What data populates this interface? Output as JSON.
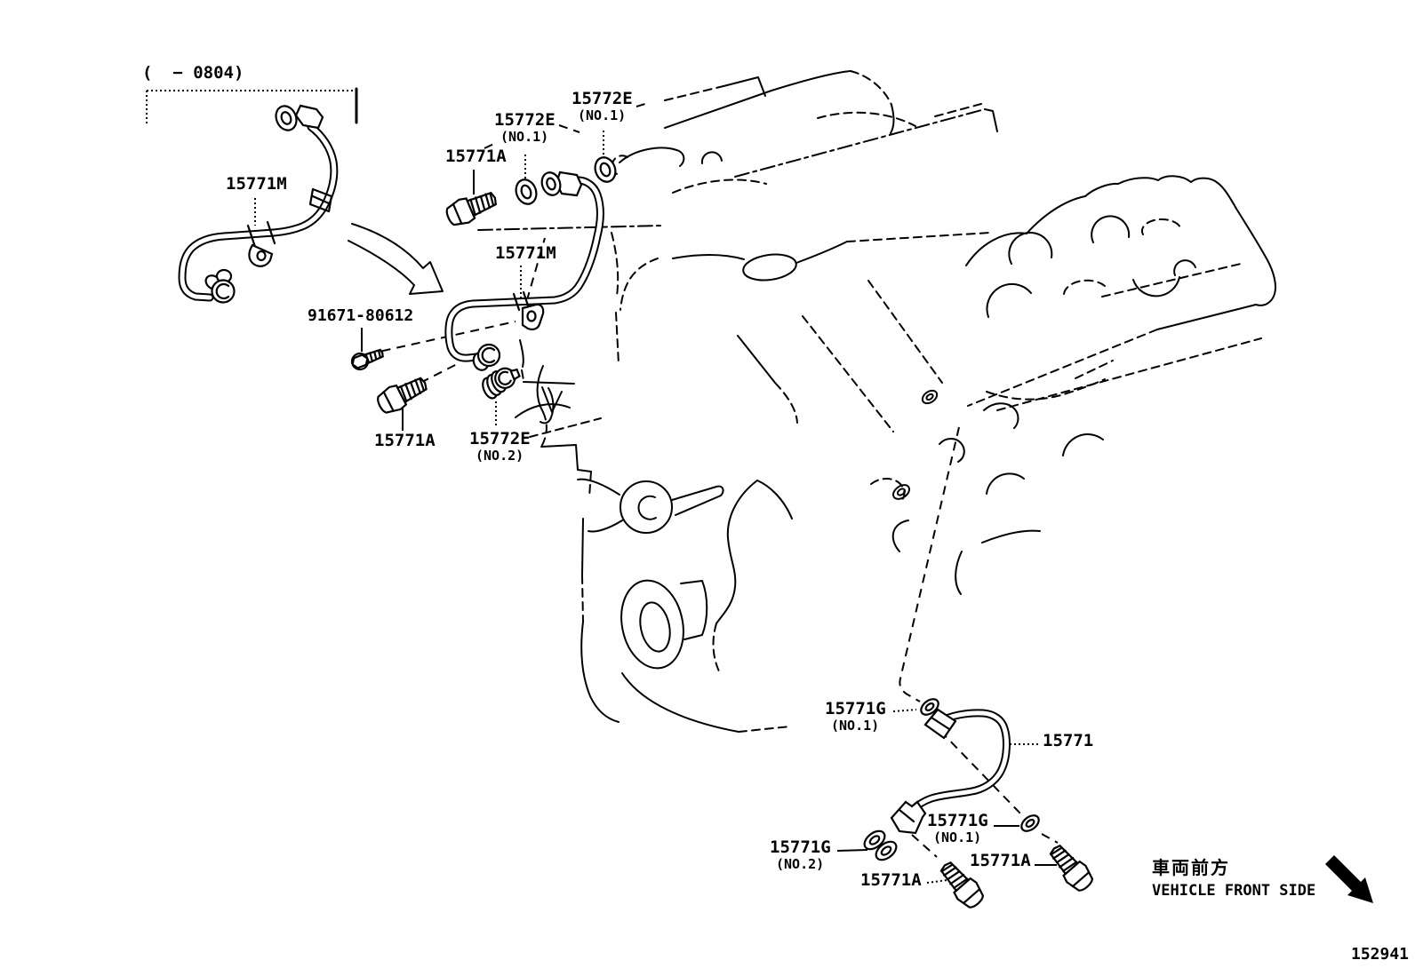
{
  "figure": {
    "number": "152941"
  },
  "front_side": {
    "jp": "車両前方",
    "en": "VEHICLE FRONT SIDE"
  },
  "variant_range": "(  − 0804)",
  "labels": [
    {
      "text": "(  − 0804)",
      "sub": ""
    },
    {
      "text": "15771M",
      "sub": ""
    },
    {
      "text": "15771A",
      "sub": ""
    },
    {
      "text": "15772E",
      "sub": "(NO.1)"
    },
    {
      "text": "15772E",
      "sub": "(NO.1)"
    },
    {
      "text": "15771M",
      "sub": ""
    },
    {
      "text": "91671-80612",
      "sub": ""
    },
    {
      "text": "15771A",
      "sub": ""
    },
    {
      "text": "15772E",
      "sub": "(NO.2)"
    },
    {
      "text": "15771G",
      "sub": "(NO.1)"
    },
    {
      "text": "15771",
      "sub": ""
    },
    {
      "text": "15771G",
      "sub": "(NO.1)"
    },
    {
      "text": "15771G",
      "sub": "(NO.2)"
    },
    {
      "text": "15771A",
      "sub": ""
    },
    {
      "text": "15771A",
      "sub": ""
    },
    {
      "text": "車両前方",
      "sub": ""
    },
    {
      "text": "VEHICLE FRONT SIDE",
      "sub": ""
    },
    {
      "text": "152941",
      "sub": ""
    }
  ],
  "parts": {
    "pipe_no2": "15771M",
    "pipe_no1": "15771",
    "bolt": "15771A",
    "gasket_union": "15772E",
    "gasket_clamp": "15771G",
    "bracket_bolt": "91671-80612"
  }
}
